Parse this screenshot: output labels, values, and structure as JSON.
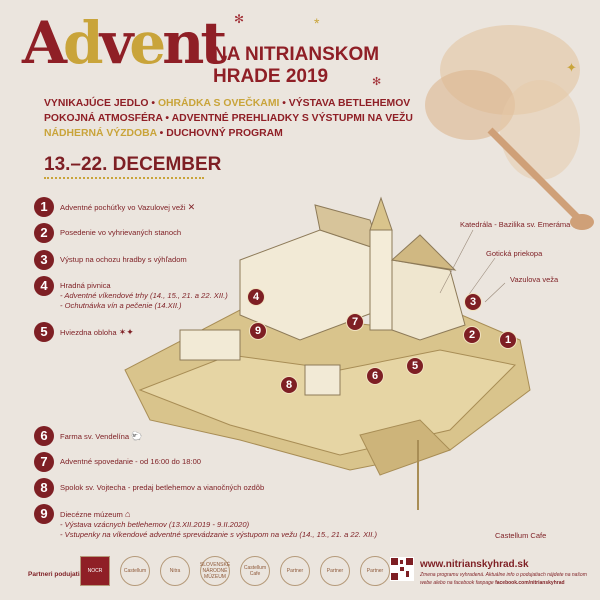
{
  "header": {
    "logo_text": "Advent",
    "title_line1": "NA NITRIANSKOM",
    "title_line2": "HRADE 2019"
  },
  "taglines": [
    [
      {
        "t": "VYNIKAJÚCE JEDLO",
        "c": "r"
      },
      {
        "t": " • ",
        "c": "r"
      },
      {
        "t": "OHRÁDKA S OVEČKAMI",
        "c": "g"
      },
      {
        "t": " • ",
        "c": "r"
      },
      {
        "t": "VÝSTAVA BETLEHEMOV",
        "c": "r"
      }
    ],
    [
      {
        "t": "POKOJNÁ ATMOSFÉRA",
        "c": "r"
      },
      {
        "t": " • ",
        "c": "r"
      },
      {
        "t": "ADVENTNÉ PREHLIADKY S VÝSTUPMI NA VEŽU",
        "c": "r"
      }
    ],
    [
      {
        "t": "NÁDHERNÁ VÝZDOBA",
        "c": "g"
      },
      {
        "t": " • ",
        "c": "r"
      },
      {
        "t": "DUCHOVNÝ PROGRAM",
        "c": "r"
      }
    ]
  ],
  "date": "13.–22. DECEMBER",
  "legend": [
    {
      "n": "1",
      "title": "Adventné pochúťky vo Vazulovej veži",
      "icon": "cutlery-icon",
      "sub": []
    },
    {
      "n": "2",
      "title": "Posedenie vo vyhrievaných stanoch",
      "sub": []
    },
    {
      "n": "3",
      "title": "Výstup na ochozu hradby s výhľadom",
      "sub": []
    },
    {
      "n": "4",
      "title": "Hradná pivnica",
      "sub": [
        "- Adventné víkendové trhy (14., 15., 21. a 22. XII.)",
        "- Ochutnávka vín a pečenie (14.XII.)"
      ]
    },
    {
      "n": "5",
      "title": "Hviezdna obloha",
      "icon": "stars-icon",
      "sub": []
    },
    {
      "n": "6",
      "title": "Farma sv. Vendelína",
      "icon": "sheep-icon",
      "sub": []
    },
    {
      "n": "7",
      "title": "Adventné spovedanie - od 16:00 do 18:00",
      "sub": []
    },
    {
      "n": "8",
      "title": "Spolok sv. Vojtecha - predaj betlehemov a vianočných ozdôb",
      "sub": []
    },
    {
      "n": "9",
      "title": "Diecézne múzeum",
      "icon": "nativity-icon",
      "sub": [
        "- Výstava vzácnych betlehemov (13.XII.2019 - 9.II.2020)",
        "- Vstupenky na víkendové adventné sprevádzanie s výstupom na vežu (14., 15., 21. a 22. XII.)"
      ]
    }
  ],
  "map": {
    "labels": {
      "cathedral": "Katedrála - Bazilika sv. Emeráma",
      "moat": "Gotická priekopa",
      "tower": "Vazulova veža",
      "cafe": "Castellum Cafe"
    },
    "markers": [
      "1",
      "2",
      "3",
      "4",
      "5",
      "6",
      "7",
      "8",
      "9"
    ]
  },
  "footer": {
    "partners_label": "Partneri podujatia:",
    "partners": [
      "NOCR",
      "Castellum",
      "Nitra",
      "SLOVENSKÉ NÁRODNÉ MÚZEUM",
      "Castellum Cafe",
      "Partner",
      "Partner",
      "Partner"
    ],
    "url": "www.nitrianskyhrad.sk",
    "note1": "Zmena programu vyhradená. Aktuálne info o podujatiach nájdete na našom",
    "note2_prefix": "webe alebo na facebook fanpage ",
    "note2_link": "facebook.com/nitrianskyhrad"
  },
  "colors": {
    "accent": "#7e1f24",
    "gold": "#c9a43a",
    "paper": "#ebe5de",
    "castle": "#d9c48c"
  }
}
